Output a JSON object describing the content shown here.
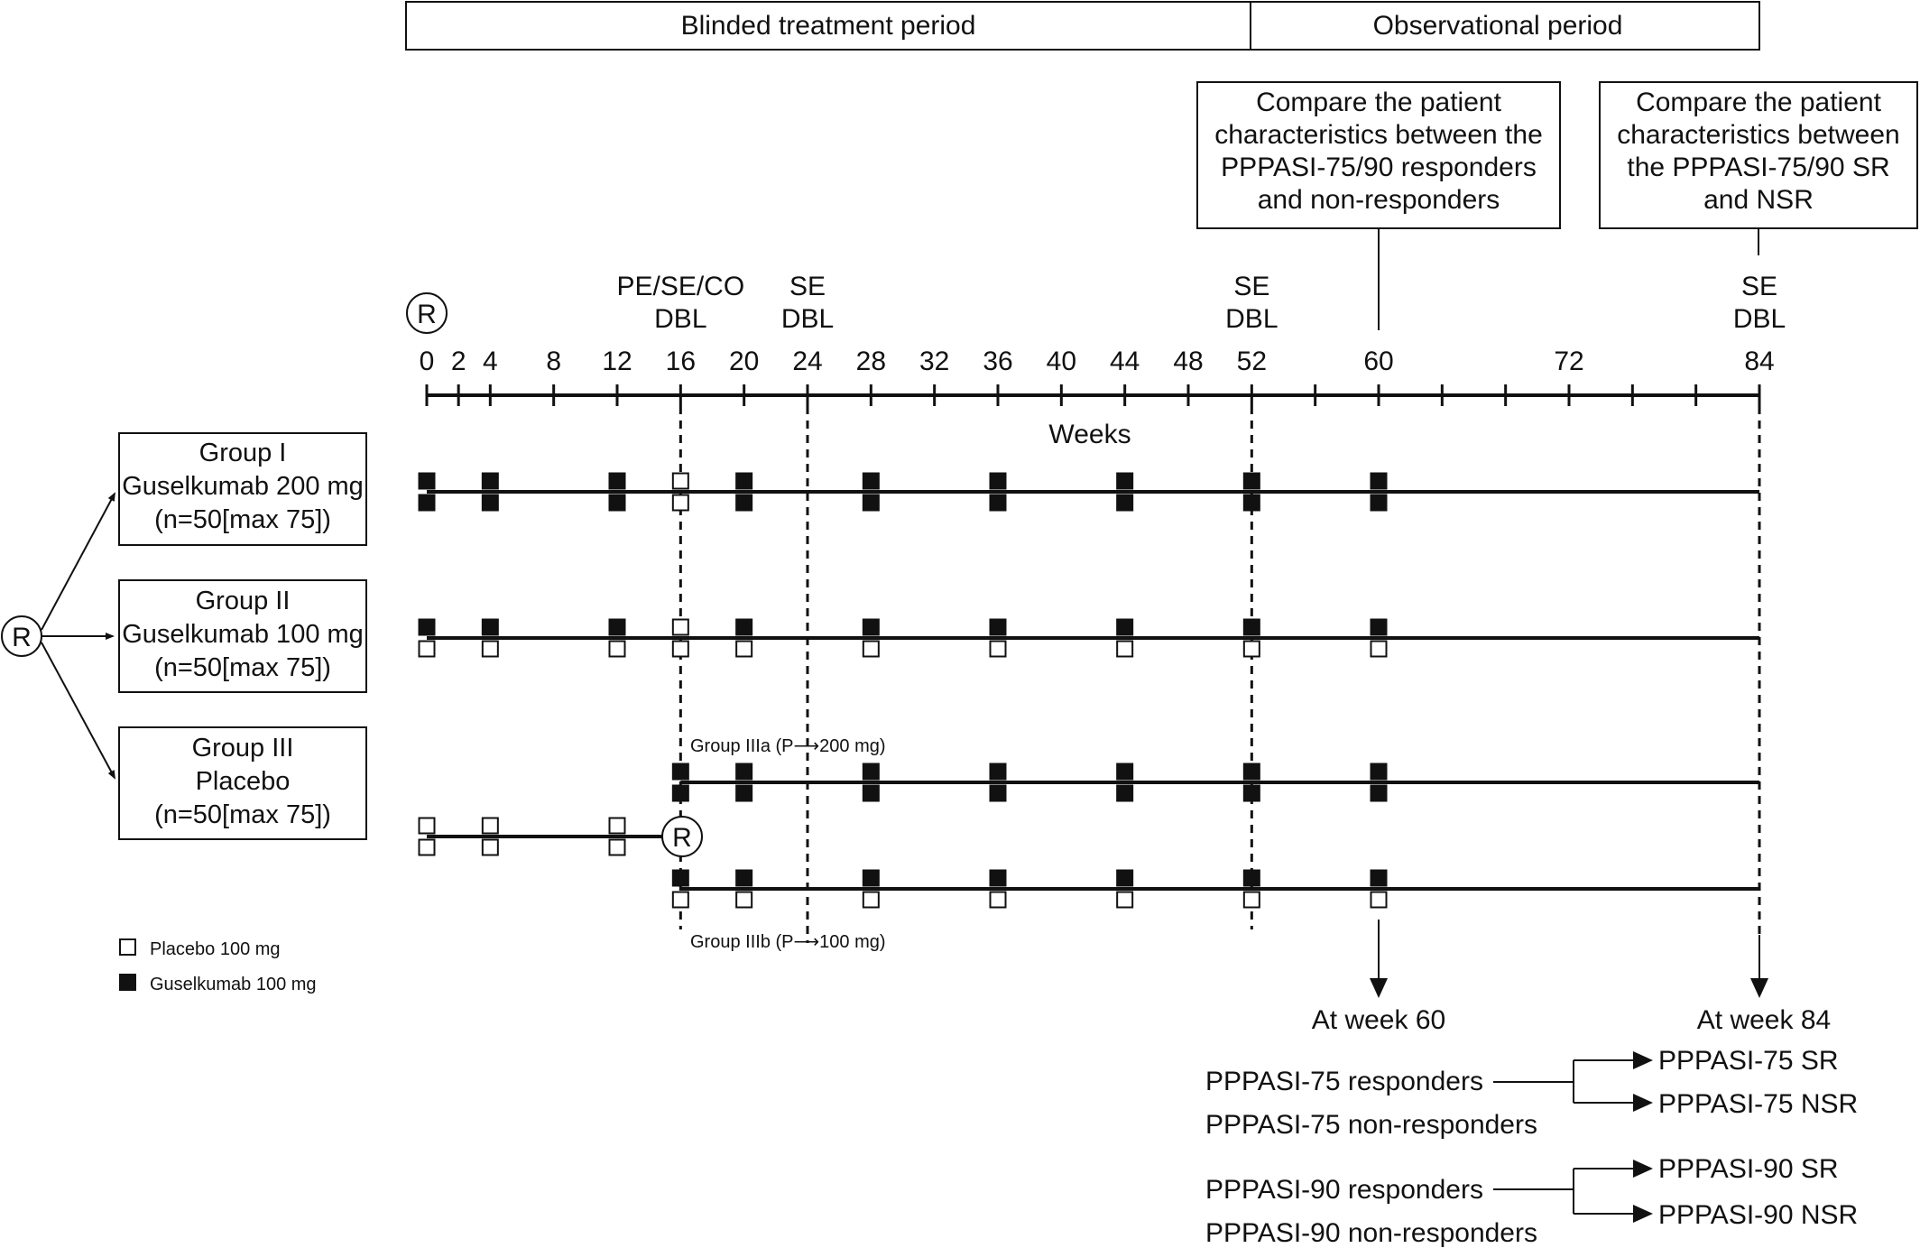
{
  "periods": {
    "blinded": "Blinded treatment period",
    "observational": "Observational period"
  },
  "compare_boxes": {
    "week60": [
      "Compare the patient",
      "characteristics between the",
      "PPPASI-75/90 responders",
      "and non-responders"
    ],
    "week84": [
      "Compare the patient",
      "characteristics between",
      "the PPPASI-75/90 SR",
      "and NSR"
    ]
  },
  "randomization_symbol": "R",
  "axis": {
    "label": "Weeks",
    "ticks": [
      0,
      2,
      4,
      8,
      12,
      16,
      20,
      24,
      28,
      32,
      36,
      40,
      44,
      48,
      52,
      56,
      60,
      64,
      68,
      72,
      76,
      80,
      84
    ],
    "tick_labels": [
      "0",
      "2",
      "4",
      "8",
      "12",
      "16",
      "20",
      "24",
      "28",
      "32",
      "36",
      "40",
      "44",
      "48",
      "52",
      "60",
      "72",
      "84"
    ]
  },
  "milestones": [
    {
      "week": 16,
      "lines": [
        "PE/SE/CO",
        "DBL"
      ]
    },
    {
      "week": 24,
      "lines": [
        "SE",
        "DBL"
      ]
    },
    {
      "week": 52,
      "lines": [
        "SE",
        "DBL"
      ]
    },
    {
      "week": 84,
      "lines": [
        "SE",
        "DBL"
      ]
    }
  ],
  "groups": [
    {
      "id": "group-1",
      "lines": [
        "Group I",
        "Guselkumab 200 mg",
        "(n=50[max 75])"
      ]
    },
    {
      "id": "group-2",
      "lines": [
        "Group II",
        "Guselkumab 100 mg",
        "(n=50[max 75])"
      ]
    },
    {
      "id": "group-3",
      "lines": [
        "Group III",
        "Placebo",
        "(n=50[max 75])"
      ]
    }
  ],
  "dosing": {
    "group1": {
      "weeks": [
        0,
        4,
        12,
        16,
        20,
        28,
        36,
        44,
        52,
        60
      ],
      "top": [
        "G",
        "G",
        "G",
        "P",
        "G",
        "G",
        "G",
        "G",
        "G",
        "G"
      ],
      "bottom": [
        "G",
        "G",
        "G",
        "P",
        "G",
        "G",
        "G",
        "G",
        "G",
        "G"
      ]
    },
    "group2": {
      "weeks": [
        0,
        4,
        12,
        16,
        20,
        28,
        36,
        44,
        52,
        60
      ],
      "top": [
        "G",
        "G",
        "G",
        "P",
        "G",
        "G",
        "G",
        "G",
        "G",
        "G"
      ],
      "bottom": [
        "P",
        "P",
        "P",
        "P",
        "P",
        "P",
        "P",
        "P",
        "P",
        "P"
      ]
    },
    "group3_pre": {
      "weeks": [
        0,
        4,
        12
      ],
      "top": [
        "P",
        "P",
        "P"
      ],
      "bottom": [
        "P",
        "P",
        "P"
      ]
    },
    "group3a": {
      "label": "Group IIIa (P⟶200 mg)",
      "weeks": [
        16,
        20,
        28,
        36,
        44,
        52,
        60
      ],
      "top": [
        "G",
        "G",
        "G",
        "G",
        "G",
        "G",
        "G"
      ],
      "bottom": [
        "G",
        "G",
        "G",
        "G",
        "G",
        "G",
        "G"
      ]
    },
    "group3b": {
      "label": "Group IIIb (P⟶100 mg)",
      "weeks": [
        16,
        20,
        28,
        36,
        44,
        52,
        60
      ],
      "top": [
        "G",
        "G",
        "G",
        "G",
        "G",
        "G",
        "G"
      ],
      "bottom": [
        "P",
        "P",
        "P",
        "P",
        "P",
        "P",
        "P"
      ]
    }
  },
  "legend": {
    "placebo": "Placebo 100 mg",
    "guselkumab": "Guselkumab 100 mg"
  },
  "outcomes": {
    "week60": "At week 60",
    "week84": "At week 84",
    "resp75": "PPPASI-75 responders",
    "nonresp75": "PPPASI-75 non-responders",
    "resp90": "PPPASI-90 responders",
    "nonresp90": "PPPASI-90 non-responders",
    "sr75": "PPPASI-75 SR",
    "nsr75": "PPPASI-75 NSR",
    "sr90": "PPPASI-90 SR",
    "nsr90": "PPPASI-90 NSR"
  }
}
